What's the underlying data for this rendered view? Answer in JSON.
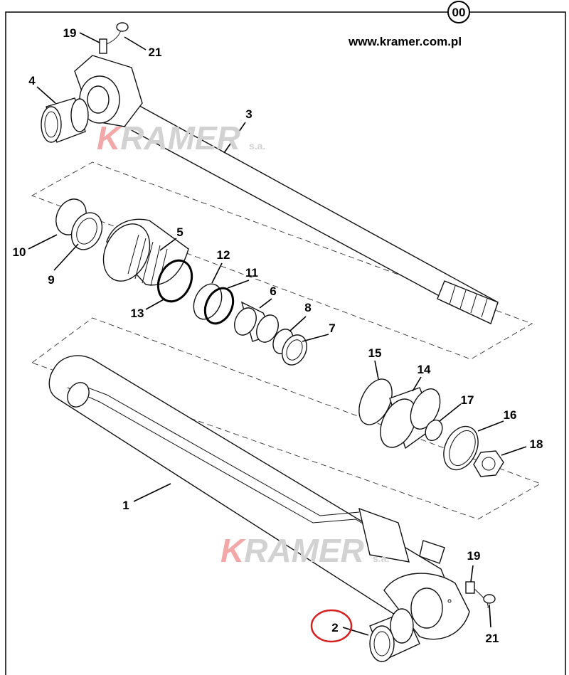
{
  "header": {
    "page_badge": "00",
    "url": "www.kramer.com.pl"
  },
  "watermark": {
    "brand": "KRAMER",
    "suffix": "s.a."
  },
  "callouts": [
    {
      "id": "19a",
      "label": "19"
    },
    {
      "id": "21a",
      "label": "21"
    },
    {
      "id": "4",
      "label": "4"
    },
    {
      "id": "3",
      "label": "3"
    },
    {
      "id": "5",
      "label": "5"
    },
    {
      "id": "10",
      "label": "10"
    },
    {
      "id": "9",
      "label": "9"
    },
    {
      "id": "12",
      "label": "12"
    },
    {
      "id": "11",
      "label": "11"
    },
    {
      "id": "13",
      "label": "13"
    },
    {
      "id": "6",
      "label": "6"
    },
    {
      "id": "8",
      "label": "8"
    },
    {
      "id": "7",
      "label": "7"
    },
    {
      "id": "15",
      "label": "15"
    },
    {
      "id": "14",
      "label": "14"
    },
    {
      "id": "17",
      "label": "17"
    },
    {
      "id": "16",
      "label": "16"
    },
    {
      "id": "18",
      "label": "18"
    },
    {
      "id": "1",
      "label": "1"
    },
    {
      "id": "19b",
      "label": "19"
    },
    {
      "id": "21b",
      "label": "21"
    },
    {
      "id": "2",
      "label": "2"
    }
  ],
  "highlight": {
    "callout": "2",
    "color": "#d42020"
  }
}
